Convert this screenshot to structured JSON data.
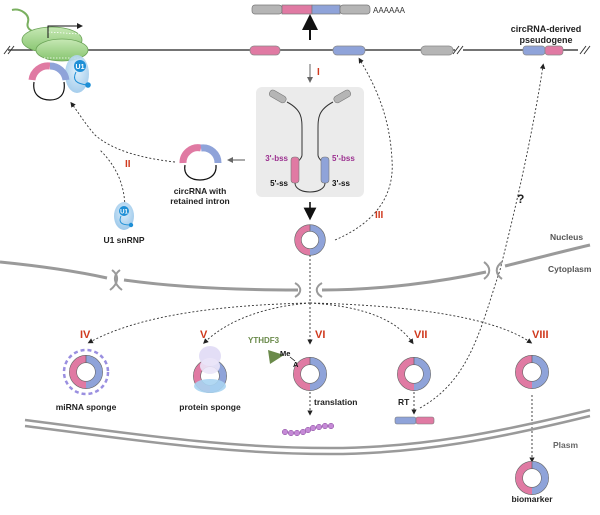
{
  "title": "circRNA biogenesis and functions",
  "colors": {
    "pink": "#e07aa3",
    "blue": "#8fa3d9",
    "gray": "#a8a8a8",
    "roman": "#d03a1e",
    "purple_label": "#9b2f8f",
    "membrane": "#9a9a9a",
    "region_label": "#555555",
    "green_polymerase": "#9fd48a",
    "u1_blue": "#1e8fd6",
    "ythdf3": "#6a8a4a",
    "peptide": "#c58ad6"
  },
  "gene": {
    "mrna_tail": "AAAAAA",
    "pseudogene_label_line1": "circRNA-derived",
    "pseudogene_label_line2": "pseudogene"
  },
  "splicing_box": {
    "left_top": "3'-bss",
    "right_top": "5'-bss",
    "left_bottom": "5'-ss",
    "right_bottom": "3'-ss"
  },
  "labels": {
    "circrna_retained_intron_line1": "circRNA with",
    "circrna_retained_intron_line2": "retained intron",
    "u1_snrnp": "U1 snRNP",
    "u1": "U1",
    "question": "?",
    "nucleus": "Nucleus",
    "cytoplasm": "Cytoplasm",
    "plasm": "Plasm",
    "ythdf3": "YTHDF3",
    "me": "Me",
    "a": "A",
    "translation": "translation",
    "rt": "RT"
  },
  "pathways": [
    {
      "numeral": "I",
      "label": ""
    },
    {
      "numeral": "II",
      "label": ""
    },
    {
      "numeral": "III",
      "label": ""
    },
    {
      "numeral": "IV",
      "label": "miRNA sponge"
    },
    {
      "numeral": "V",
      "label": "protein sponge"
    },
    {
      "numeral": "VI",
      "label": ""
    },
    {
      "numeral": "VII",
      "label": ""
    },
    {
      "numeral": "VIII",
      "label": "biomarker"
    }
  ]
}
